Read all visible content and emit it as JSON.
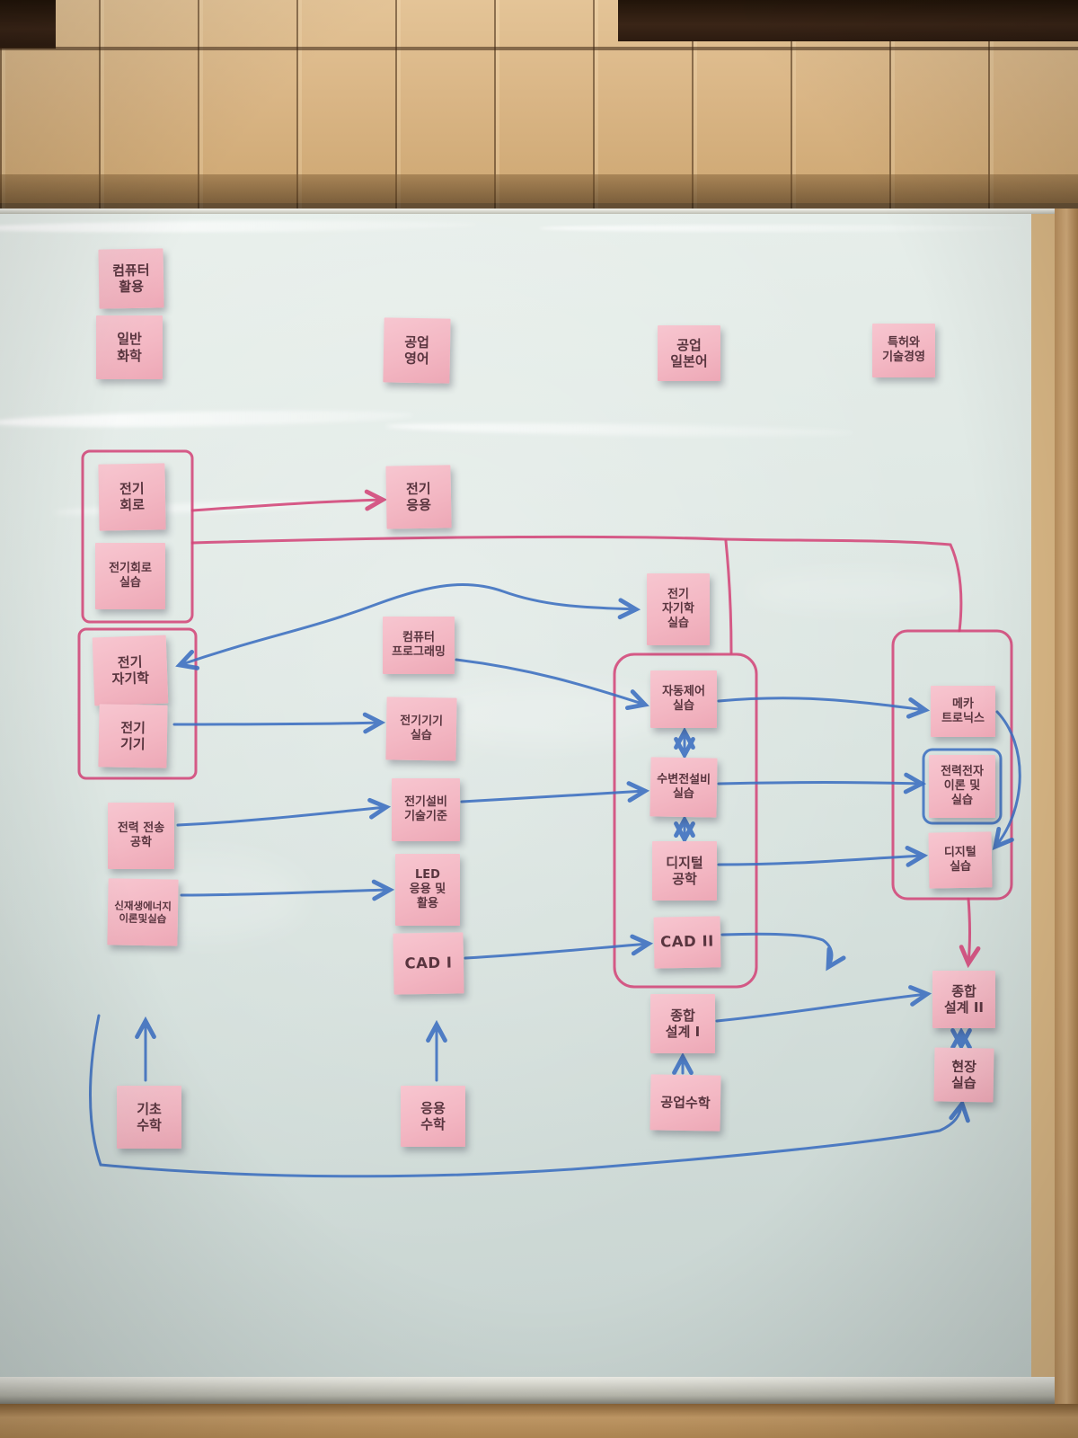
{
  "colors": {
    "sticky_note": "#f3b7c3",
    "blue_marker": "#3c6fc1",
    "pink_marker": "#d34579",
    "board_surface": "#dbe5e1"
  },
  "notes": {
    "computer_use": {
      "label": "컴퓨터\n활용"
    },
    "general_chemistry": {
      "label": "일반\n화학"
    },
    "industrial_english": {
      "label": "공업\n영어"
    },
    "industrial_japanese": {
      "label": "공업\n일본어"
    },
    "patent_management": {
      "label": "특허와\n기술경영"
    },
    "electric_circuits": {
      "label": "전기\n회로"
    },
    "electric_circuits_lab": {
      "label": "전기회로\n실습"
    },
    "electromagnetics": {
      "label": "전기\n자기학"
    },
    "electric_machines": {
      "label": "전기\n기기"
    },
    "power_transmission": {
      "label": "전력 전송\n공학"
    },
    "renewable_energy": {
      "label": "신재생에너지\n이론및실습"
    },
    "electric_applications": {
      "label": "전기\n응용"
    },
    "computer_programming": {
      "label": "컴퓨터\n프로그래밍"
    },
    "electric_machines_lab": {
      "label": "전기기기\n실습"
    },
    "equipment_standards": {
      "label": "전기설비\n기술기준"
    },
    "led_applications": {
      "label": "LED\n응용 및\n활용"
    },
    "cad_1": {
      "label": "CAD I"
    },
    "electromagnetics_lab": {
      "label": "전기\n자기학\n실습"
    },
    "auto_control_lab": {
      "label": "자동제어\n실습"
    },
    "substation_lab": {
      "label": "수변전설비\n실습"
    },
    "digital_engineering": {
      "label": "디지털\n공학"
    },
    "cad_2": {
      "label": "CAD II"
    },
    "capstone_design_1": {
      "label": "종합\n설계 I"
    },
    "industrial_math": {
      "label": "공업수학"
    },
    "mechatronics": {
      "label": "메카\n트로닉스"
    },
    "power_electronics": {
      "label": "전력전자\n이론 및\n실습"
    },
    "digital_lab": {
      "label": "디지털\n실습"
    },
    "capstone_design_2": {
      "label": "종합\n설계 II"
    },
    "field_practice": {
      "label": "현장\n실습"
    },
    "basic_math": {
      "label": "기초\n수학"
    },
    "applied_math": {
      "label": "응용\n수학"
    }
  }
}
